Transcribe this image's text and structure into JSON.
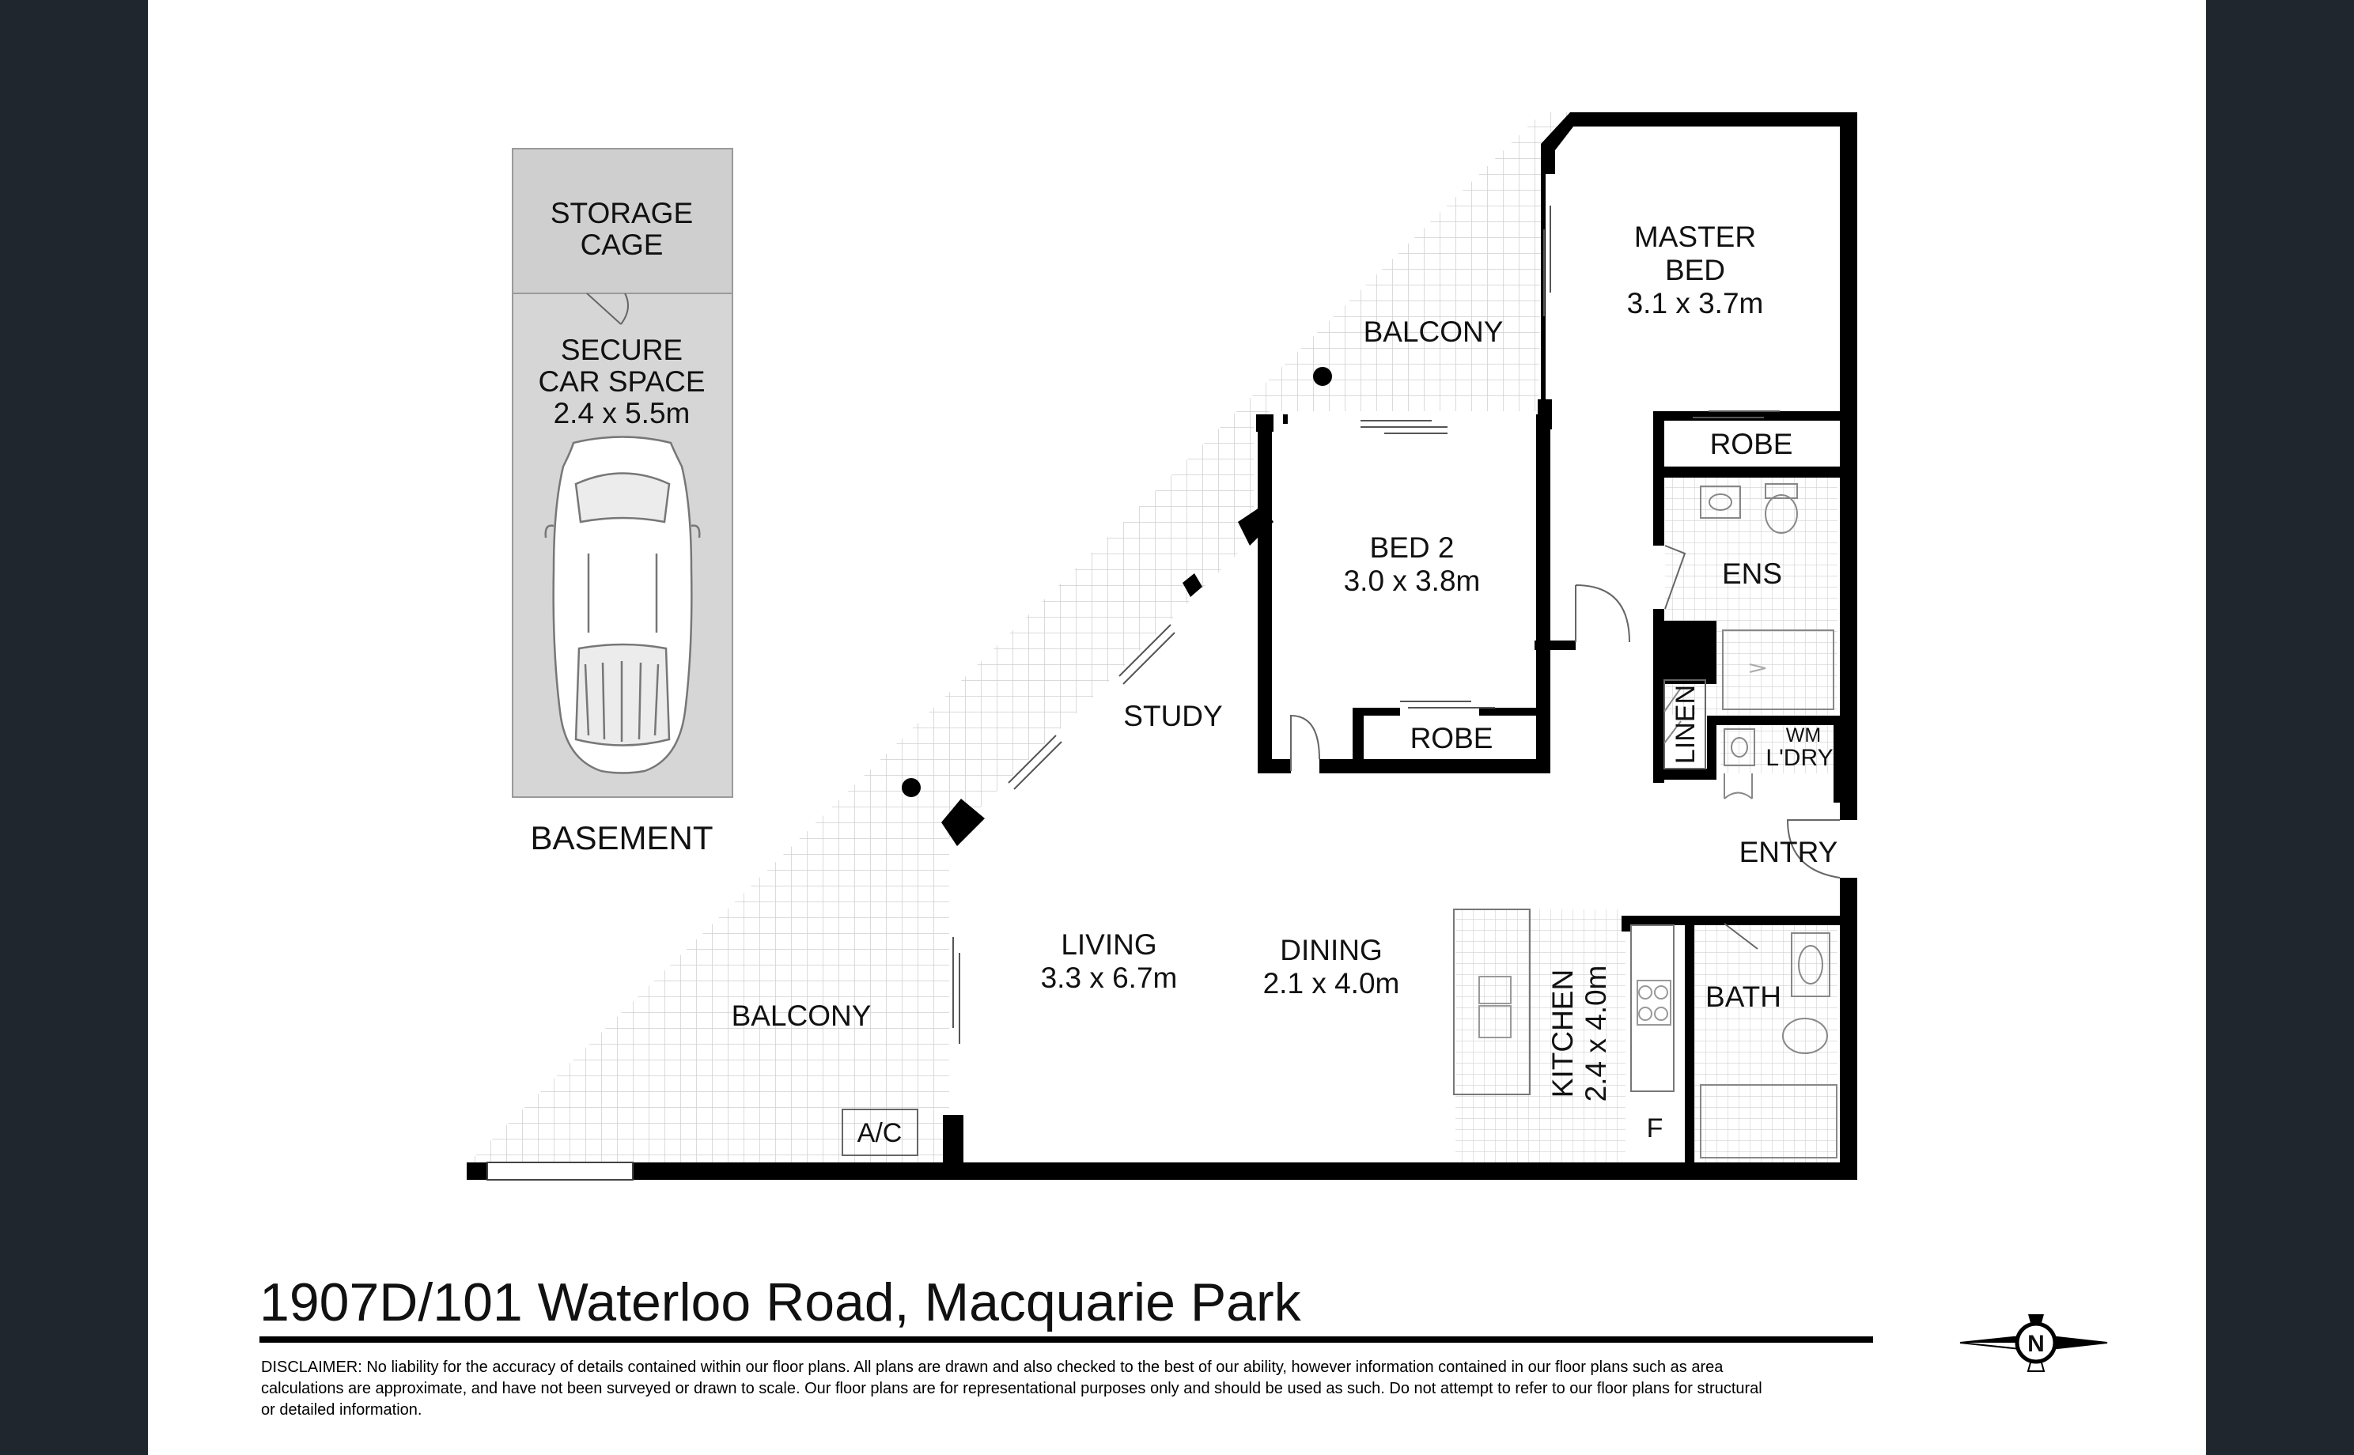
{
  "basement": {
    "storage": [
      "STORAGE",
      "CAGE"
    ],
    "car_space": [
      "SECURE",
      "CAR SPACE",
      "2.4 x 5.5m"
    ],
    "label": "BASEMENT"
  },
  "rooms": {
    "master_bed": [
      "MASTER",
      "BED",
      "3.1 x 3.7m"
    ],
    "balcony_top": "BALCONY",
    "robe_master": "ROBE",
    "bed2": [
      "BED 2",
      "3.0 x 3.8m"
    ],
    "ens": "ENS",
    "study": "STUDY",
    "robe_bed2": "ROBE",
    "linen": "LINEN",
    "wm": "WM",
    "laundry": "L'DRY",
    "entry": "ENTRY",
    "living": [
      "LIVING",
      "3.3 x 6.7m"
    ],
    "dining": [
      "DINING",
      "2.1 x 4.0m"
    ],
    "kitchen": [
      "KITCHEN",
      "2.4 x 4.0m"
    ],
    "bath": "BATH",
    "balcony_bottom": "BALCONY",
    "ac": "A/C",
    "fridge": "F"
  },
  "address": "1907D/101 Waterloo Road, Macquarie Park",
  "disclaimer": [
    "DISCLAIMER: No liability for the accuracy of details contained within our floor plans. All plans are drawn and also checked to the best of our ability, however information contained in our floor plans such as area",
    "calculations are approximate, and have not been surveyed or drawn to scale. Our floor plans are for representational purposes only and should be used as such. Do not attempt to refer to our floor plans for structural",
    "or detailed information."
  ],
  "compass_letter": "N",
  "colors": {
    "background": "#1f262d",
    "paper": "#ffffff",
    "wall": "#000000",
    "tile": "#d9d9d9",
    "storage": "#cfcfcf"
  }
}
